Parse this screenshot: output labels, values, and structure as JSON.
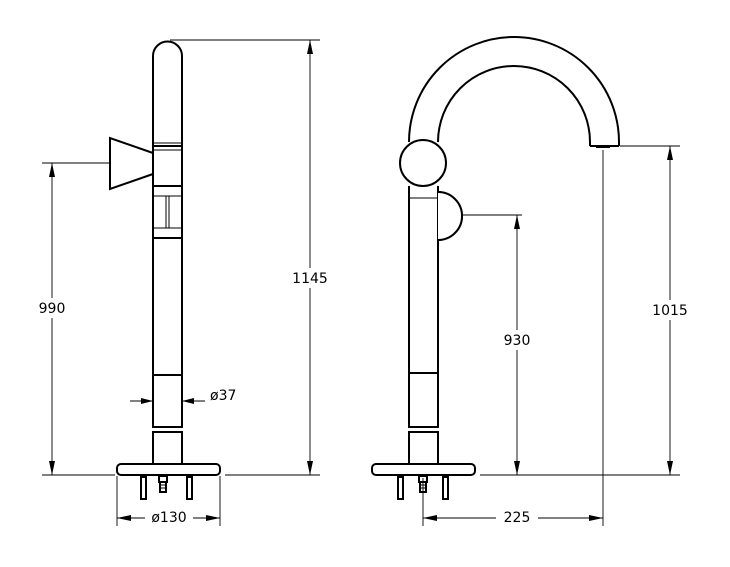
{
  "dimensions": {
    "left_view": {
      "total_height": "1145",
      "handle_height": "990",
      "body_diameter": "ø37",
      "base_diameter": "ø130"
    },
    "right_view": {
      "spout_height": "1015",
      "handle_height": "930",
      "spout_reach": "225"
    }
  }
}
